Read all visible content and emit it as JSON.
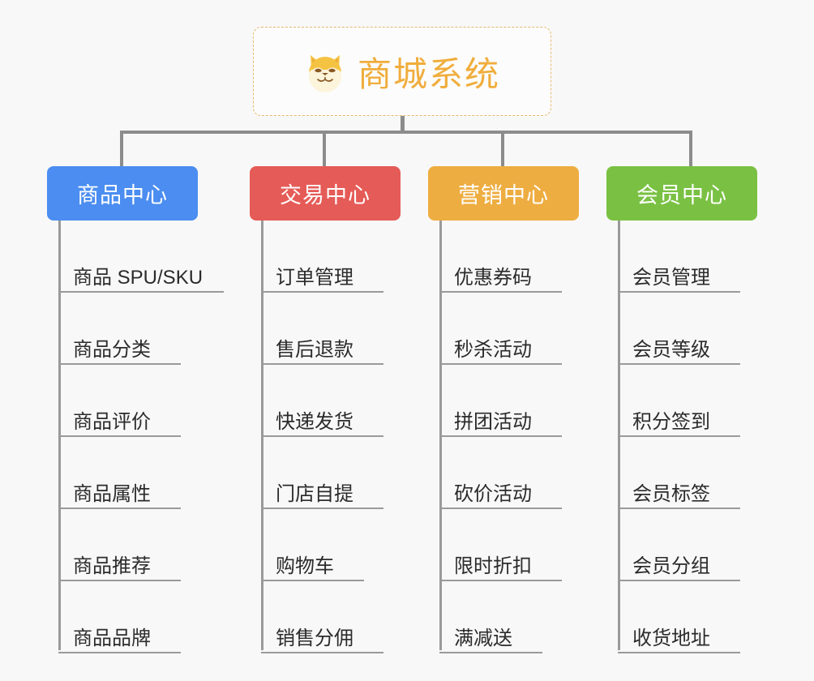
{
  "root": {
    "title": "商城系统",
    "icon": "shiba-dog-face-emoji",
    "border_color": "#e8b96a",
    "text_color": "#f0ad3c"
  },
  "connector_color": "#8c8c8c",
  "columns": [
    {
      "id": "product-center",
      "label": "商品中心",
      "color": "#4b8df0",
      "items": [
        "商品 SPU/SKU",
        "商品分类",
        "商品评价",
        "商品属性",
        "商品推荐",
        "商品品牌"
      ]
    },
    {
      "id": "trade-center",
      "label": "交易中心",
      "color": "#e55b57",
      "items": [
        "订单管理",
        "售后退款",
        "快递发货",
        "门店自提",
        "购物车",
        "销售分佣"
      ]
    },
    {
      "id": "marketing-center",
      "label": "营销中心",
      "color": "#eead41",
      "items": [
        "优惠券码",
        "秒杀活动",
        "拼团活动",
        "砍价活动",
        "限时折扣",
        "满减送"
      ]
    },
    {
      "id": "member-center",
      "label": "会员中心",
      "color": "#7ac143",
      "items": [
        "会员管理",
        "会员等级",
        "积分签到",
        "会员标签",
        "会员分组",
        "收货地址"
      ]
    }
  ]
}
